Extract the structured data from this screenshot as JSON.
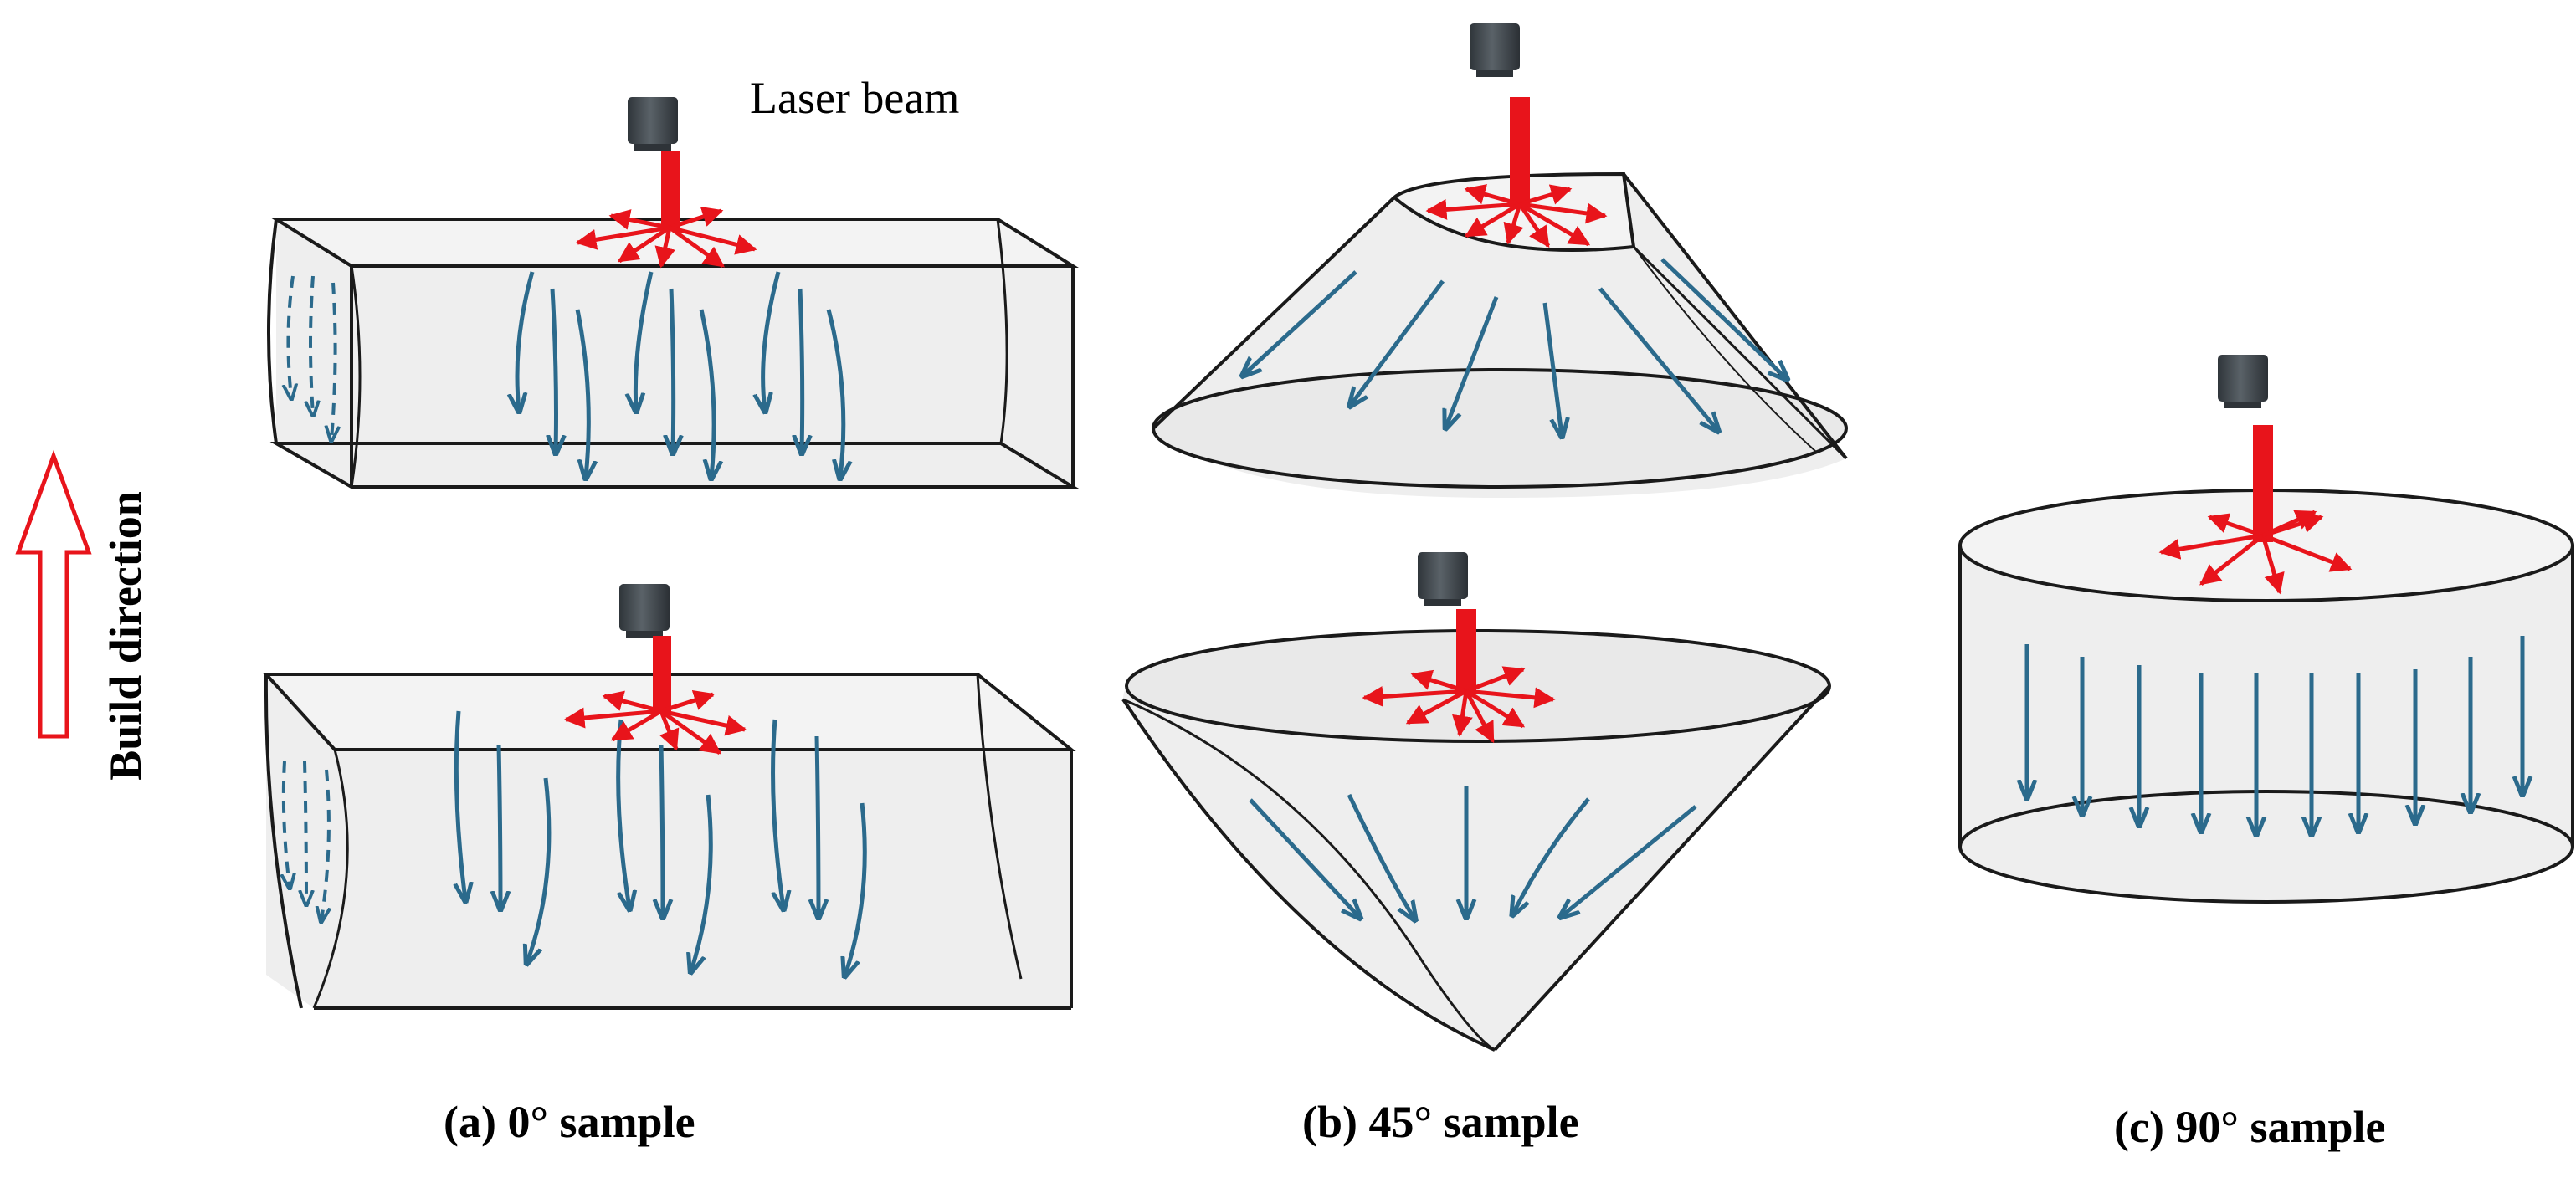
{
  "labels": {
    "laser_beam": "Laser beam",
    "build_direction": "Build direction"
  },
  "captions": {
    "a": "(a) 0° sample",
    "b": "(b) 45° sample",
    "c": "(c) 90° sample"
  },
  "colors": {
    "beam": "#e8141b",
    "heat_arrow": "#e8141b",
    "flow_arrow": "#2b6a8c",
    "nozzle": "#3b4147",
    "body_fill": "#eeeeee",
    "outline": "#1a1a1a",
    "build_arrow": "#e8141b"
  }
}
